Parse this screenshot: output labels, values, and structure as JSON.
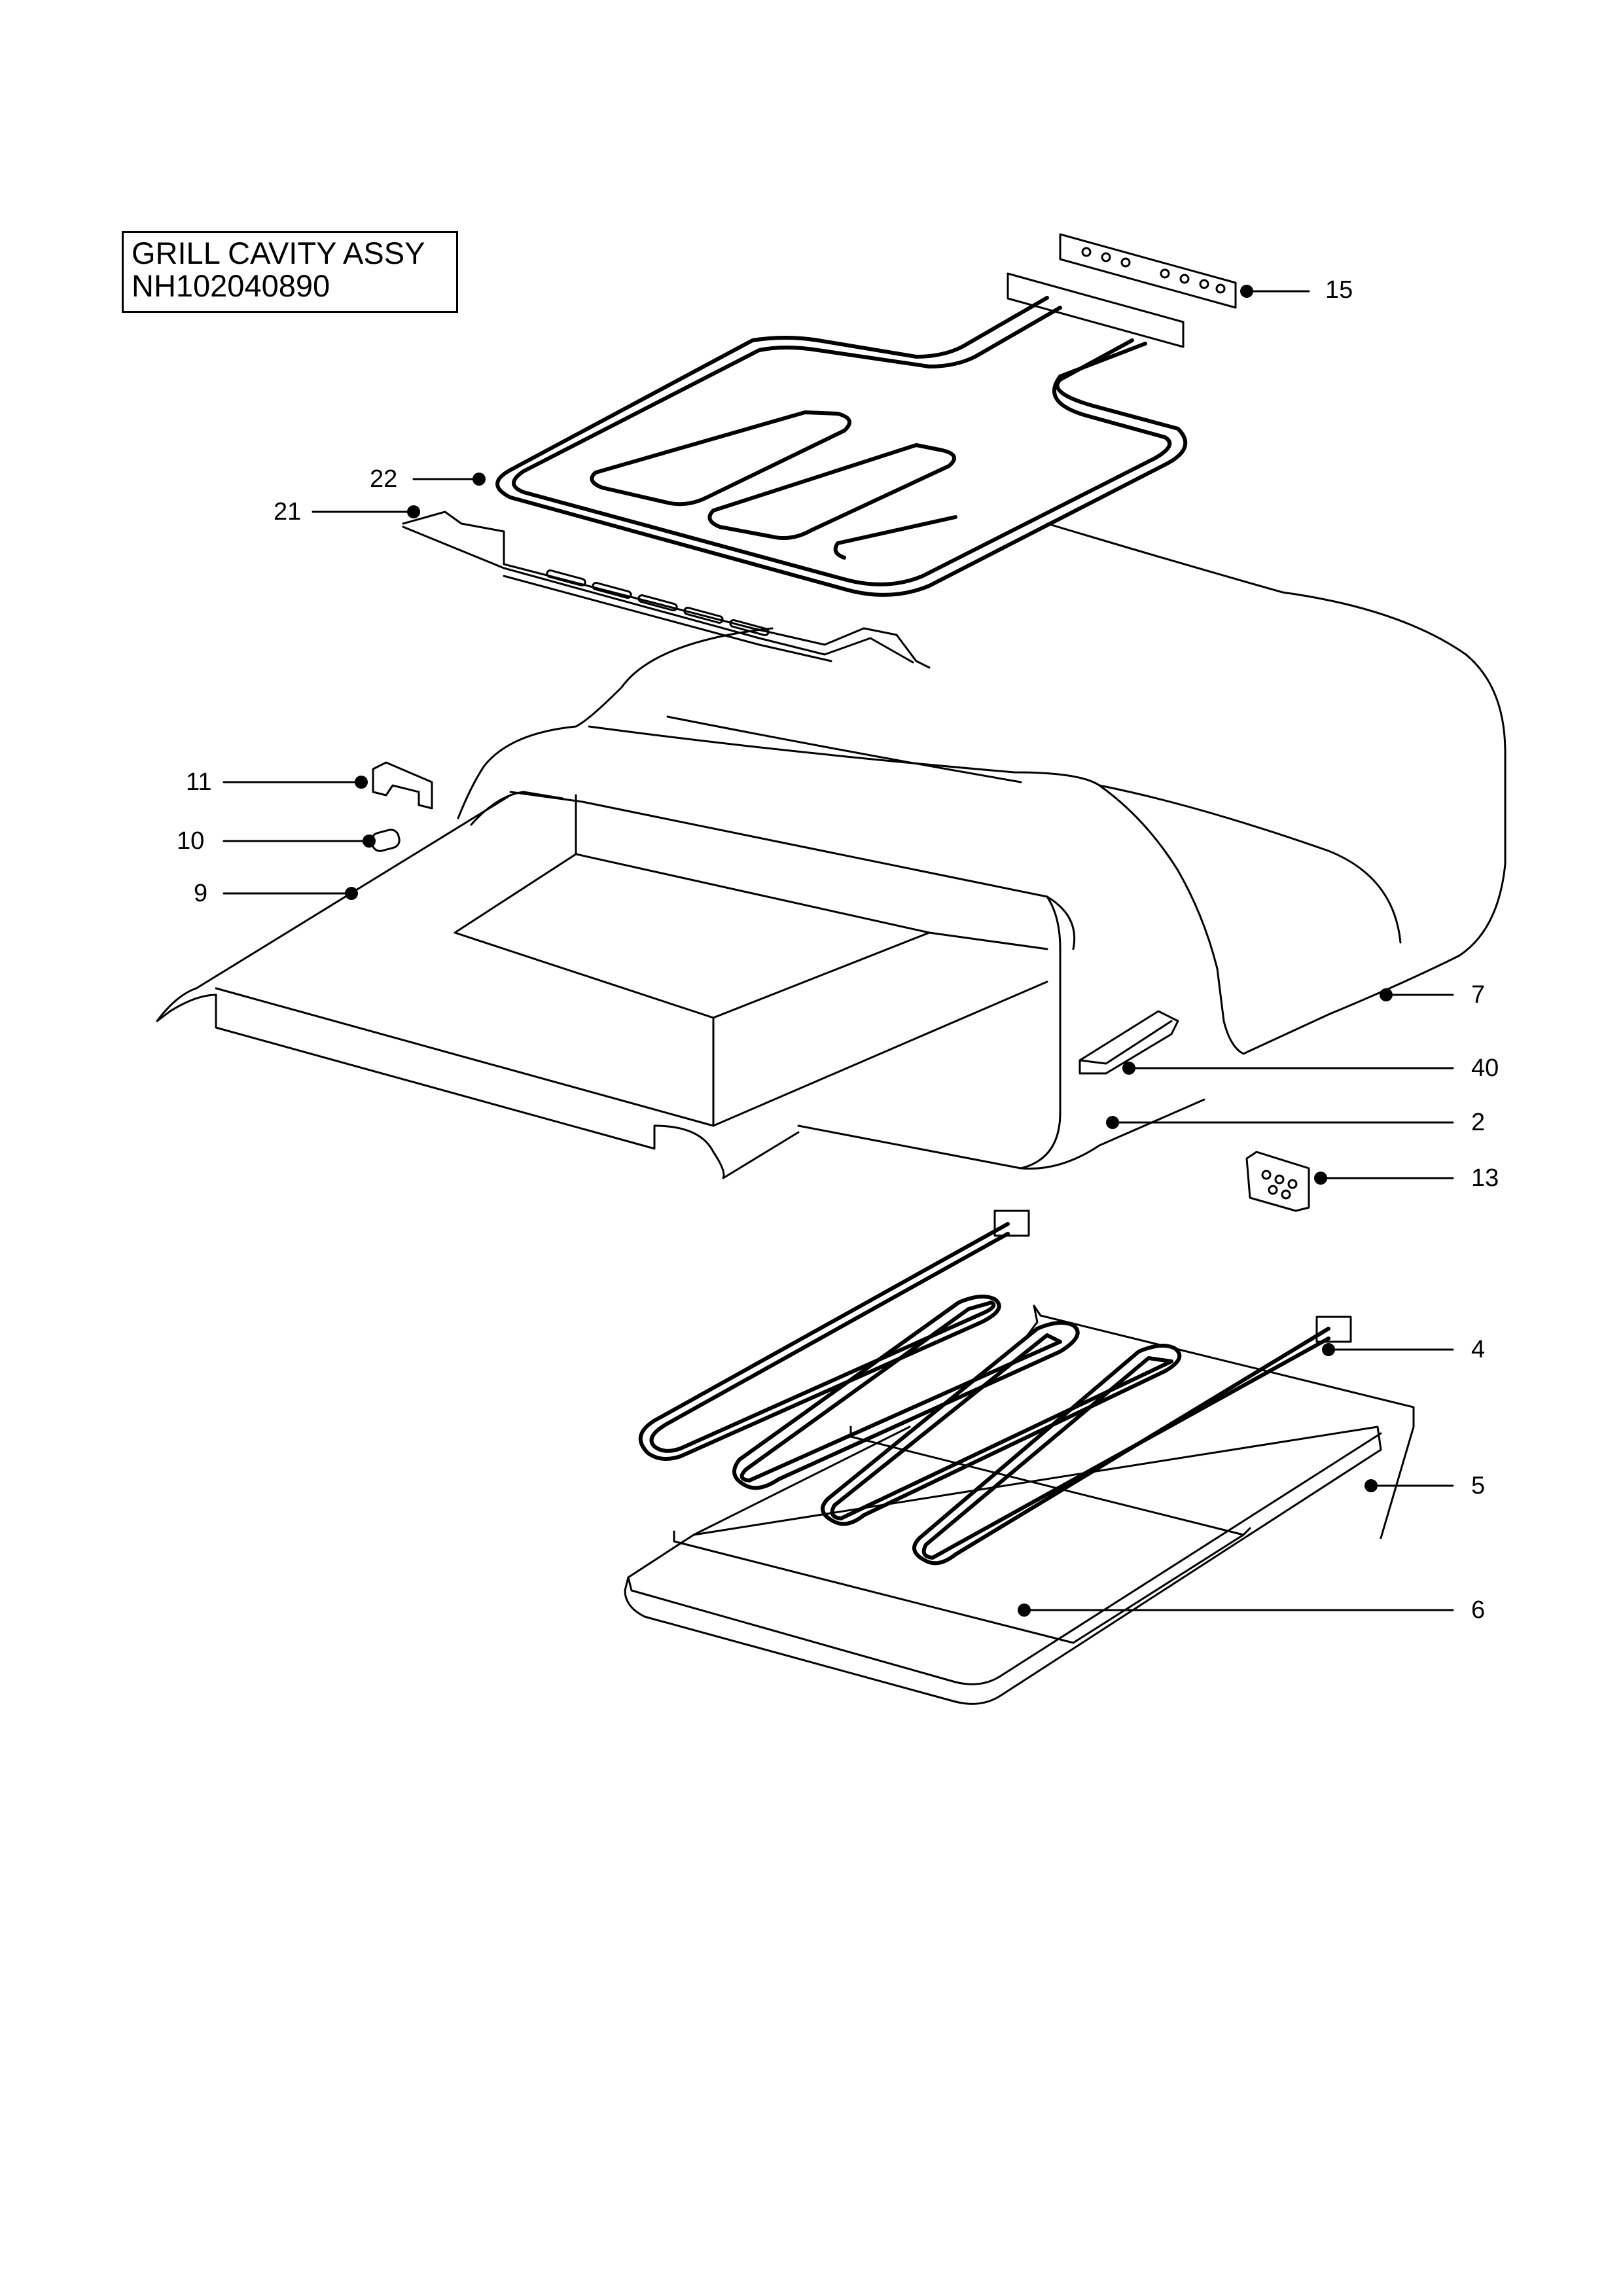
{
  "title": {
    "line1": "GRILL CAVITY ASSY",
    "line2": "NH102040890"
  },
  "callouts": [
    {
      "id": "15",
      "label": "15"
    },
    {
      "id": "22",
      "label": "22"
    },
    {
      "id": "21",
      "label": "21"
    },
    {
      "id": "11",
      "label": "11"
    },
    {
      "id": "10",
      "label": "10"
    },
    {
      "id": "9",
      "label": "9"
    },
    {
      "id": "7",
      "label": "7"
    },
    {
      "id": "40",
      "label": "40"
    },
    {
      "id": "2",
      "label": "2"
    },
    {
      "id": "13",
      "label": "13"
    },
    {
      "id": "4",
      "label": "4"
    },
    {
      "id": "5",
      "label": "5"
    },
    {
      "id": "6",
      "label": "6"
    }
  ]
}
